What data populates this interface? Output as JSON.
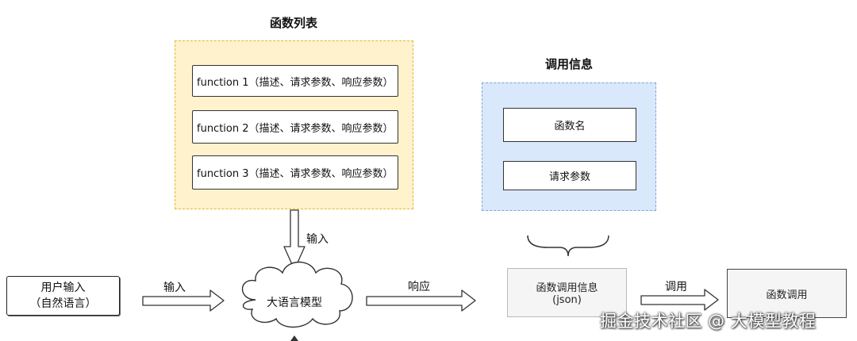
{
  "function_list": {
    "title": "函数列表",
    "items": [
      "function 1（描述、请求参数、响应参数）",
      "function 2（描述、请求参数、响应参数）",
      "function 3（描述、请求参数、响应参数）"
    ]
  },
  "call_info": {
    "title": "调用信息",
    "items": [
      "函数名",
      "请求参数"
    ]
  },
  "flow": {
    "user_input": {
      "line1": "用户输入",
      "line2": "（自然语言）"
    },
    "arrow_input_label": "输入",
    "arrow_down_label": "输入",
    "llm_label": "大语言模型",
    "arrow_response_label": "响应",
    "call_json": {
      "line1": "函数调用信息",
      "line2": "(json)"
    },
    "arrow_call_label": "调用",
    "function_call": "函数调用"
  },
  "watermark": "掘金技术社区 @ 大模型教程",
  "colors": {
    "yellow_panel": "#fff2cc",
    "blue_panel": "#dae8fc",
    "gray_box": "#f5f5f5"
  }
}
